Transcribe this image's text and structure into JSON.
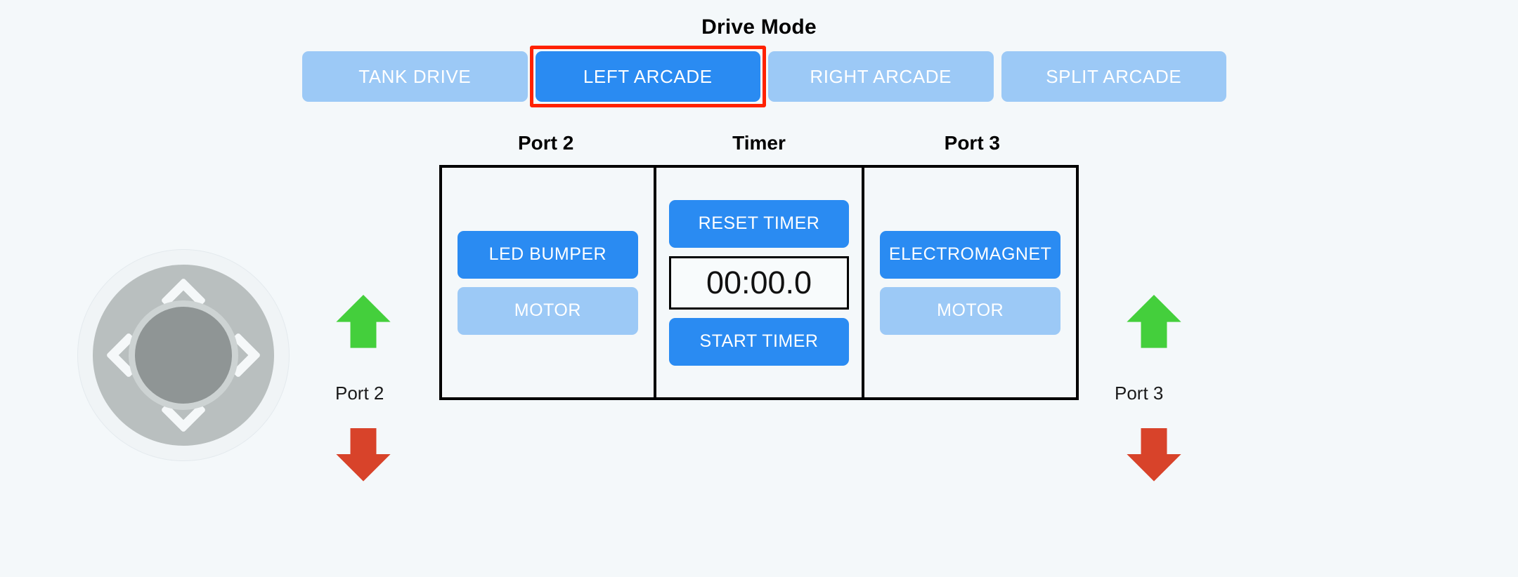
{
  "drive_mode": {
    "title": "Drive Mode",
    "options": [
      {
        "label": "TANK DRIVE",
        "active": false
      },
      {
        "label": "LEFT ARCADE",
        "active": true
      },
      {
        "label": "RIGHT ARCADE",
        "active": false
      },
      {
        "label": "SPLIT ARCADE",
        "active": false
      }
    ],
    "selected": "LEFT ARCADE",
    "selection_outline_color": "#ff2200"
  },
  "panels": {
    "headings": [
      "Port 2",
      "Timer",
      "Port 3"
    ],
    "port2": {
      "heading": "Port 2",
      "buttons": [
        {
          "label": "LED BUMPER",
          "style": "primary"
        },
        {
          "label": "MOTOR",
          "style": "muted"
        }
      ]
    },
    "timer": {
      "heading": "Timer",
      "reset_label": "RESET TIMER",
      "display_value": "00:00.0",
      "start_label": "START TIMER"
    },
    "port3": {
      "heading": "Port 3",
      "buttons": [
        {
          "label": "ELECTROMAGNET",
          "style": "primary"
        },
        {
          "label": "MOTOR",
          "style": "muted"
        }
      ]
    }
  },
  "controls": {
    "left": {
      "dpad_name": "directional-pad",
      "up_arrow_icon": "arrow-up-icon",
      "down_arrow_icon": "arrow-down-icon",
      "port_label": "Port 2"
    },
    "right": {
      "up_arrow_icon": "arrow-up-icon",
      "down_arrow_icon": "arrow-down-icon",
      "port_label": "Port 3"
    }
  },
  "colors": {
    "background": "#f4f8fa",
    "accent_blue": "#2a8bf2",
    "muted_blue": "#9cc9f6",
    "arrow_green": "#44cf3c",
    "arrow_red": "#d8432a",
    "panel_border": "#000000"
  }
}
